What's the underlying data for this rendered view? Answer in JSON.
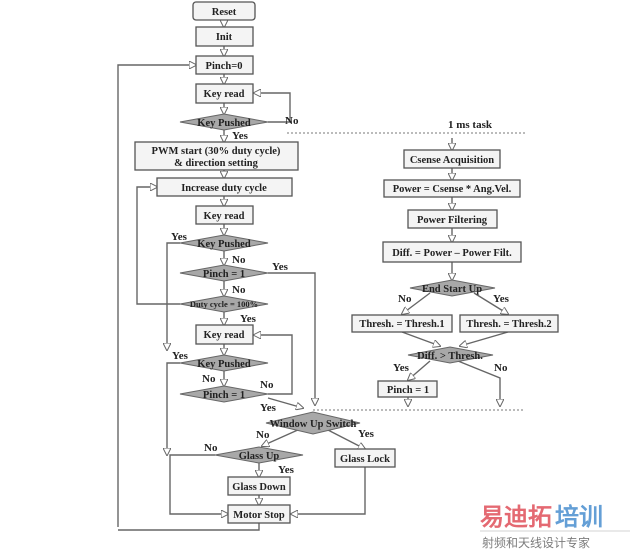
{
  "main_flow": {
    "reset": "Reset",
    "init": "Init",
    "pinch0": "Pinch=0",
    "key_read_1": "Key read",
    "key_pushed_1": "Key Pushed",
    "pwm_line1": "PWM start (30% duty cycle)",
    "pwm_line2": "& direction setting",
    "increase_duty": "Increase duty cycle",
    "key_read_2": "Key read",
    "key_pushed_2": "Key Pushed",
    "pinch1_a": "Pinch = 1",
    "duty_cycle": "Duty cycle = 100%",
    "key_read_3": "Key read",
    "key_pushed_3": "Key Pushed",
    "pinch1_b": "Pinch = 1",
    "window_up": "Window Up Switch",
    "glass_up": "Glass Up",
    "glass_down": "Glass Down",
    "glass_lock": "Glass Lock",
    "motor_stop": "Motor Stop"
  },
  "task_flow": {
    "title": "1 ms task",
    "csense": "Csense Acquisition",
    "power": "Power = Csense * Ang.Vel.",
    "filtering": "Power Filtering",
    "diff": "Diff. = Power – Power Filt.",
    "end_start": "End Start Up",
    "thresh1": "Thresh. = Thresh.1",
    "thresh2": "Thresh. = Thresh.2",
    "diff_thresh": "Diff. > Thresh.",
    "pinch1": "Pinch = 1"
  },
  "labels": {
    "yes": "Yes",
    "no": "No"
  },
  "watermark": {
    "line1a": "易迪拓",
    "line1b": "培训",
    "line2": "射频和天线设计专家"
  },
  "colors": {
    "watermark_red": "#e0505a",
    "watermark_blue": "#4a8fd0",
    "decision_fill": "#a8a8a8"
  }
}
